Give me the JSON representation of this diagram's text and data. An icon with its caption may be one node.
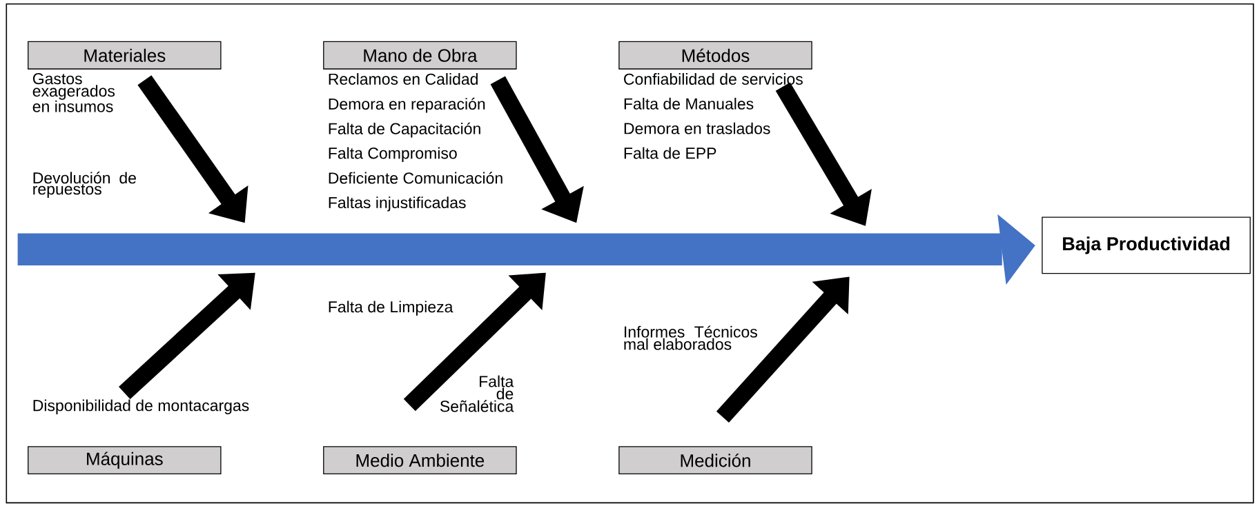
{
  "diagram": {
    "nodes": [
      {
        "text": [
          "Materiales"
        ],
        "beside": [
          "Gastos exagerados en insumos"
        ]
      },
      {
        "text": [
          "Mano de Obra"
        ],
        "beside": [
          "Reclamos en Calidad",
          "Demora en reparación",
          "Falta de Capacitación",
          "Falta Compromiso",
          "Deficiente Comunicación",
          "Faltas injustificadas"
        ]
      },
      {
        "text": [
          "Métodos"
        ],
        "beside": [
          "Confiabilidad de servicios",
          "Falta de Manuales",
          "Demora en traslados",
          "Falta de EPP"
        ]
      },
      {
        "text": [],
        "shape": "bar"
      },
      {
        "text": [
          "Baja Productividad"
        ]
      },
      {
        "text": [
          "Máquinas"
        ],
        "beside": [
          "Disponibilidad de montacargas"
        ]
      },
      {
        "text": [
          "Medio Ambiente"
        ],
        "beside": [
          "Falta de Señalética"
        ]
      },
      {
        "text": [
          "Medición"
        ]
      }
    ],
    "labels": [
      "Devolución de repuestos",
      "Falta de Limpieza",
      "Informes Técnicos mal elaborados"
    ],
    "edges": [
      {
        "from": 0,
        "to": 3,
        "arrow": "to"
      },
      {
        "from": 1,
        "to": 3,
        "arrow": "to"
      },
      {
        "from": 2,
        "to": 3,
        "arrow": "to"
      },
      {
        "from": 3,
        "to": 4,
        "arrow": "to",
        "style": "thick",
        "color": "#4472c4"
      },
      {
        "from": 5,
        "to": 3,
        "arrow": "to"
      },
      {
        "from": 6,
        "to": 3,
        "arrow": "to"
      },
      {
        "from": 7,
        "to": 3,
        "arrow": "to"
      }
    ]
  }
}
